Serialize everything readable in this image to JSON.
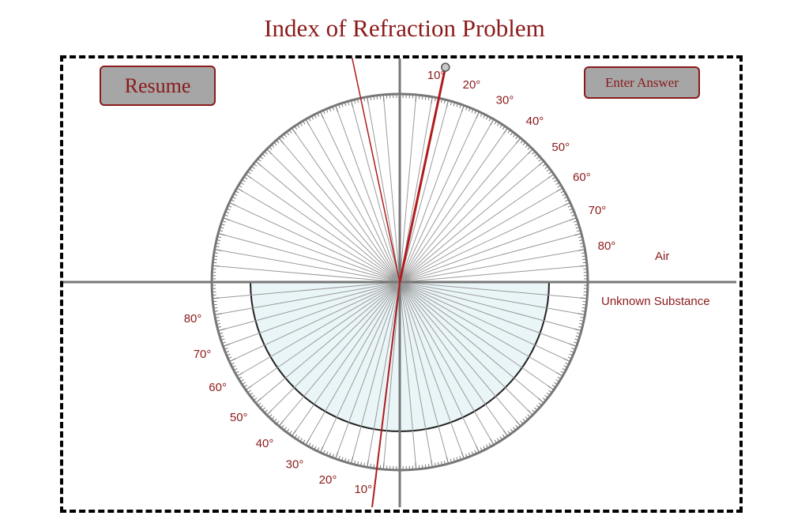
{
  "title": "Index of Refraction Problem",
  "buttons": {
    "resume": "Resume",
    "enter_answer": "Enter Answer"
  },
  "media_labels": {
    "top": "Air",
    "bottom": "Unknown Substance"
  },
  "angle_labels_top": [
    "10°",
    "20°",
    "30°",
    "40°",
    "50°",
    "60°",
    "70°",
    "80°"
  ],
  "angle_labels_bottom": [
    "10°",
    "20°",
    "30°",
    "40°",
    "50°",
    "60°",
    "70°",
    "80°"
  ],
  "beam": {
    "incident_angle_deg": 12,
    "refracted_angle_deg": 7,
    "reflected_angle_deg": 12
  },
  "colors": {
    "accent": "#8b1a1a",
    "ray": "#b01c1c",
    "substance_fill": "#eaf5f8",
    "ring": "#777777"
  }
}
